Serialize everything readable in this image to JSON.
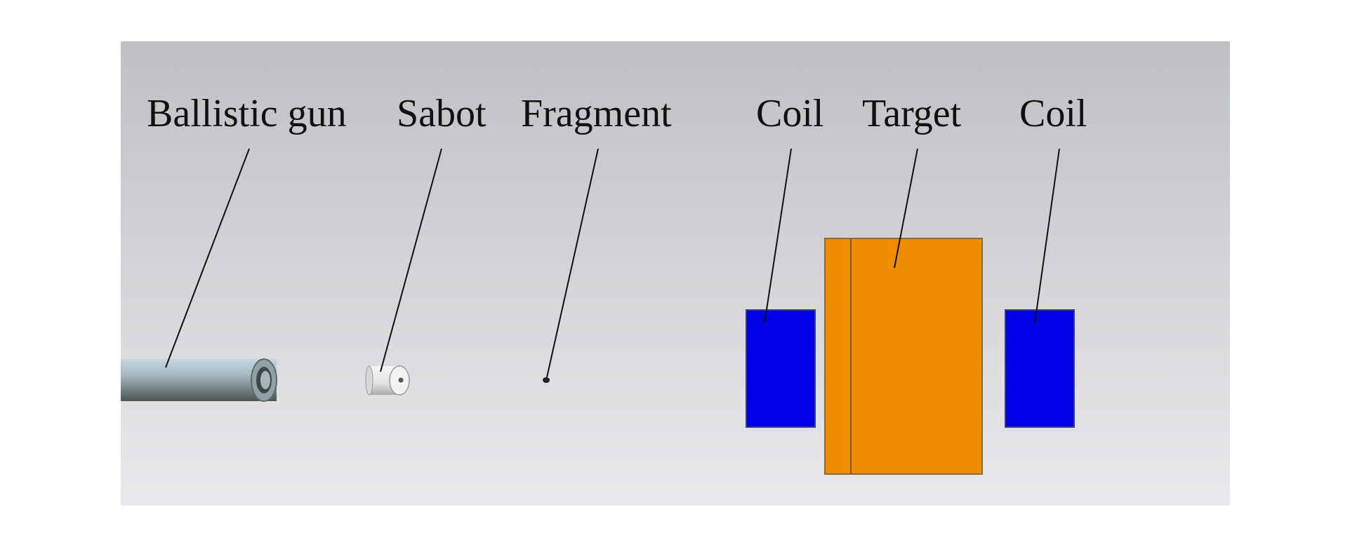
{
  "labels": {
    "ballistic_gun": "Ballistic gun",
    "sabot": "Sabot",
    "fragment": "Fragment",
    "coil_left": "Coil",
    "target": "Target",
    "coil_right": "Coil"
  },
  "colors": {
    "background_top": "#bfc0c3",
    "background_bottom": "#e9e9ec",
    "coil": "#0000e6",
    "target": "#f08c00",
    "gun_light": "#c4d8e2",
    "gun_dark": "#56625f",
    "sabot": "#ececec",
    "fragment": "#1a2230"
  }
}
